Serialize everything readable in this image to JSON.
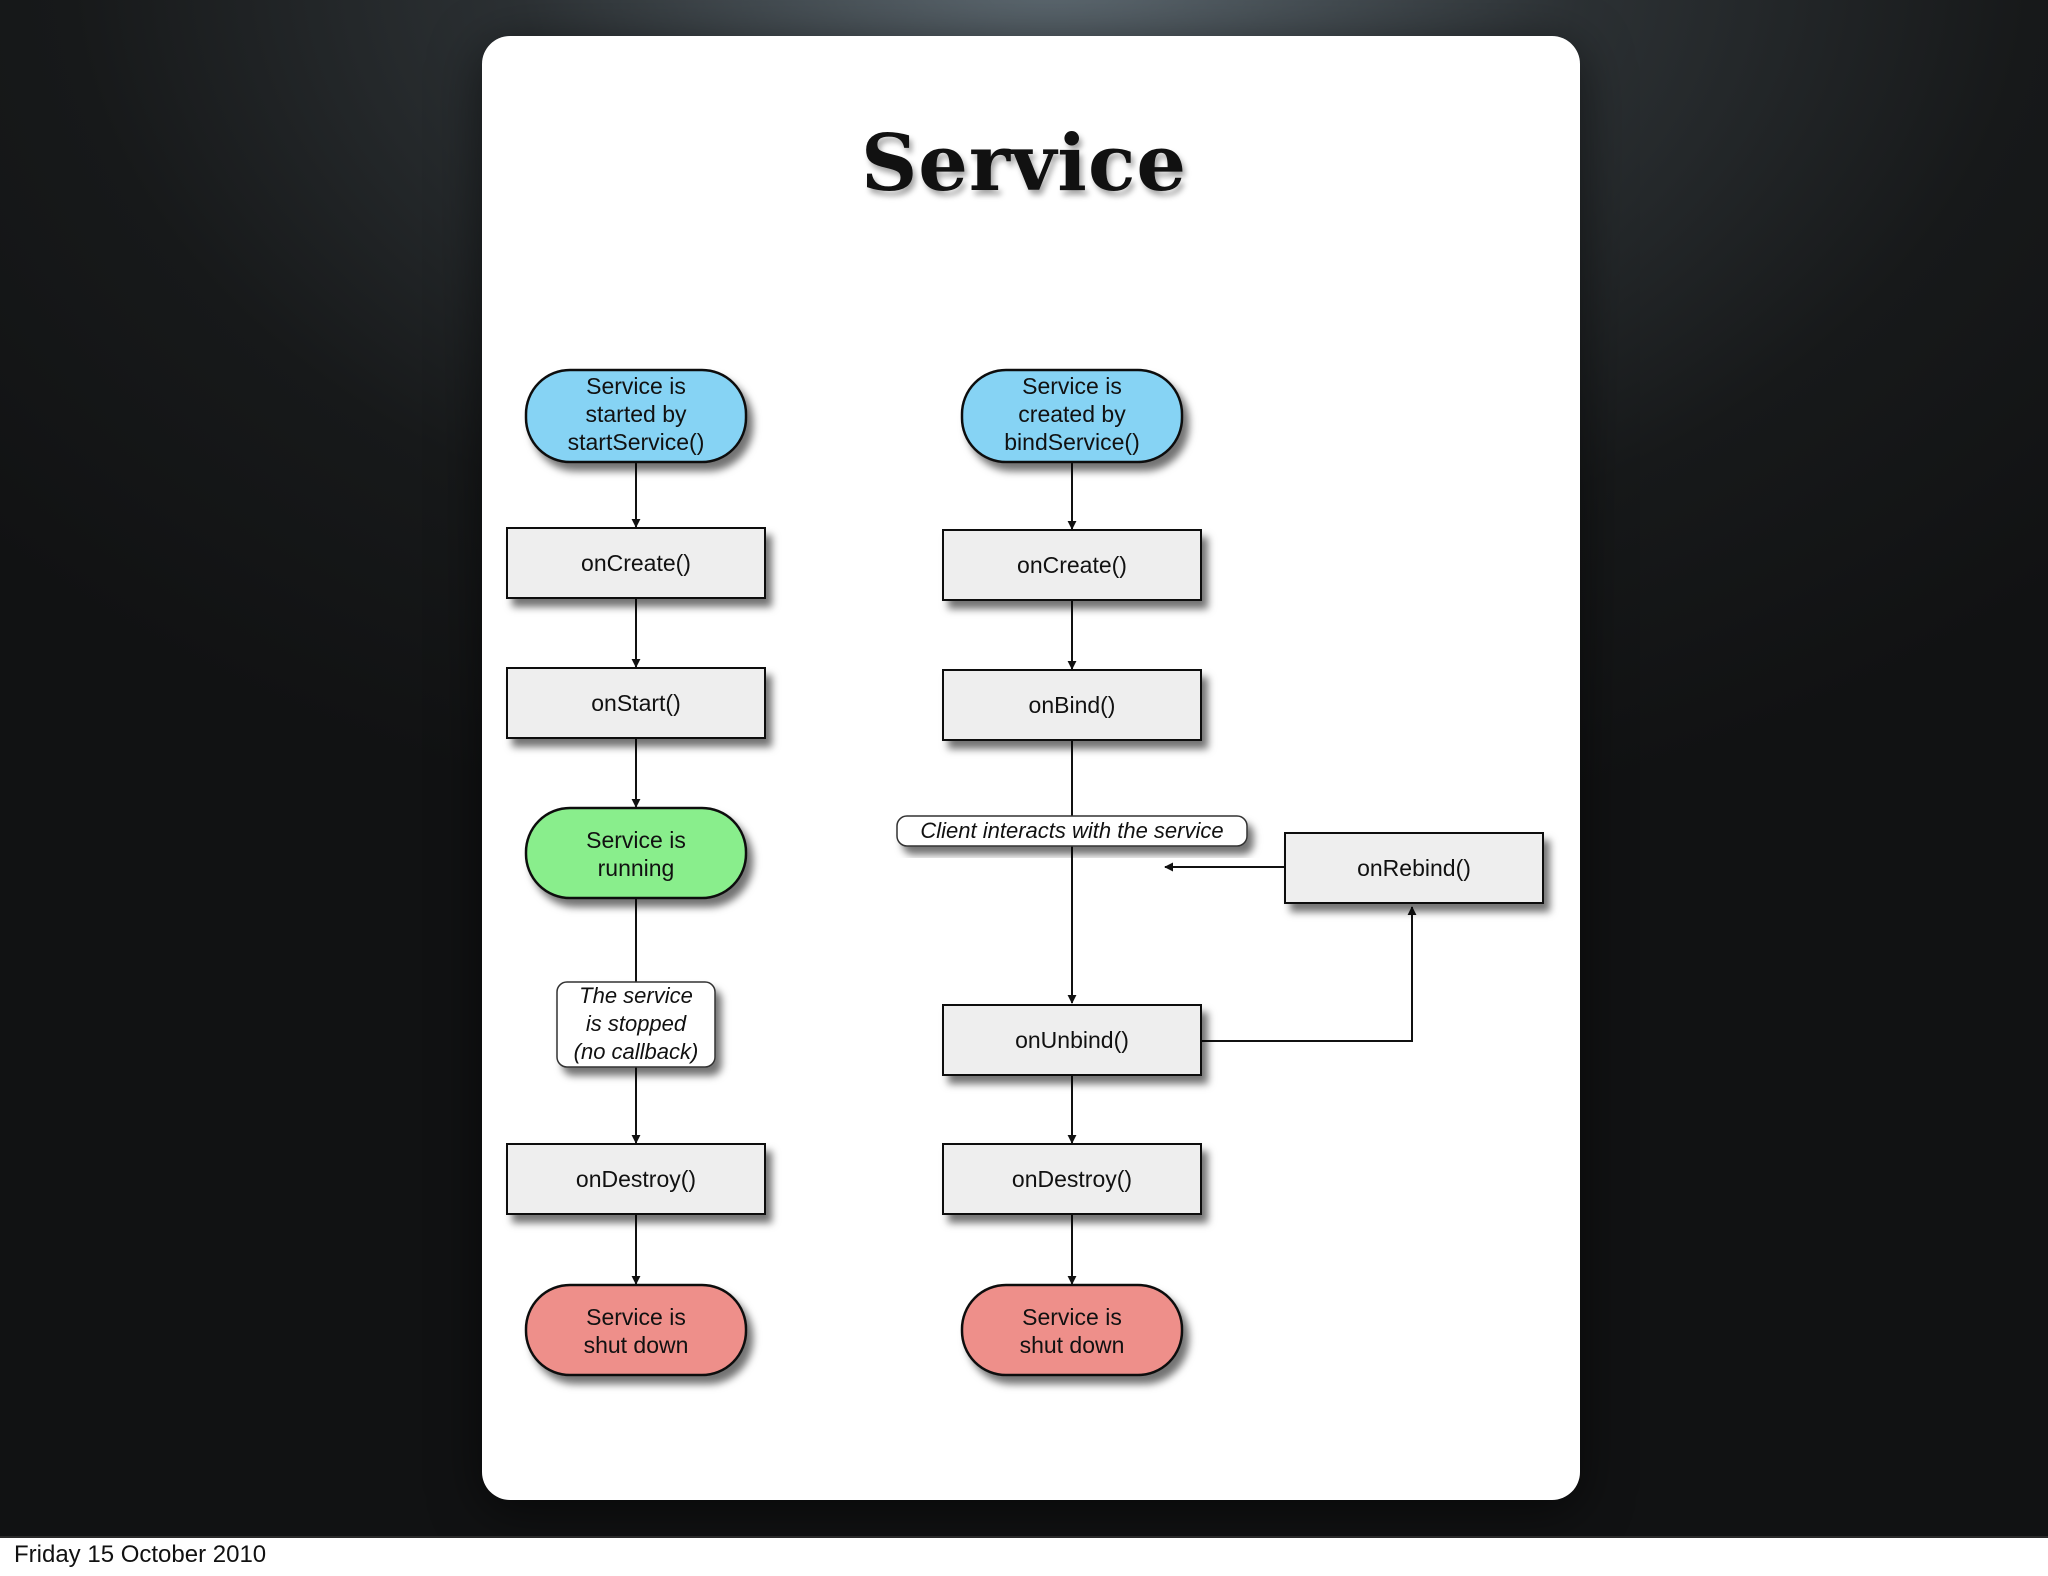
{
  "slide": {
    "title": "Service",
    "footer_date": "Friday 15 October 2010"
  },
  "colors": {
    "start": "#86d3f4",
    "running": "#89ee8c",
    "shutdown": "#ee8f8a",
    "method": "#eeeeee",
    "line": "#111111"
  },
  "diagram": {
    "left_column": {
      "start": [
        "Service is",
        "started by",
        "startService()"
      ],
      "on_create": "onCreate()",
      "on_start": "onStart()",
      "running": [
        "Service is",
        "running"
      ],
      "stopped_note": [
        "The service",
        "is stopped",
        "(no callback)"
      ],
      "on_destroy": "onDestroy()",
      "shutdown": [
        "Service is",
        "shut down"
      ]
    },
    "right_column": {
      "start": [
        "Service is",
        "created by",
        "bindService()"
      ],
      "on_create": "onCreate()",
      "on_bind": "onBind()",
      "client_note": "Client interacts with the service",
      "on_rebind": "onRebind()",
      "on_unbind": "onUnbind()",
      "on_destroy": "onDestroy()",
      "shutdown": [
        "Service is",
        "shut down"
      ]
    }
  }
}
